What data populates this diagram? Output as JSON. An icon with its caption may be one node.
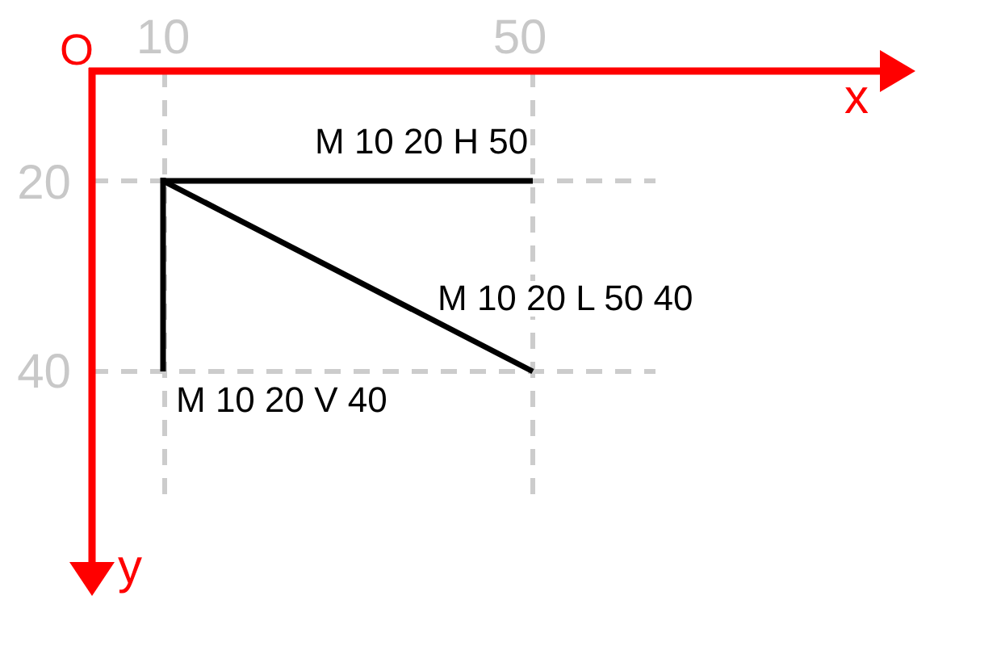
{
  "diagram": {
    "labels": [
      "O",
      "10",
      "50",
      "x",
      "M 10 20 H 50",
      "20",
      "M 10 20 L 50 40",
      "40",
      "M 10 20 V 40",
      "y"
    ]
  }
}
